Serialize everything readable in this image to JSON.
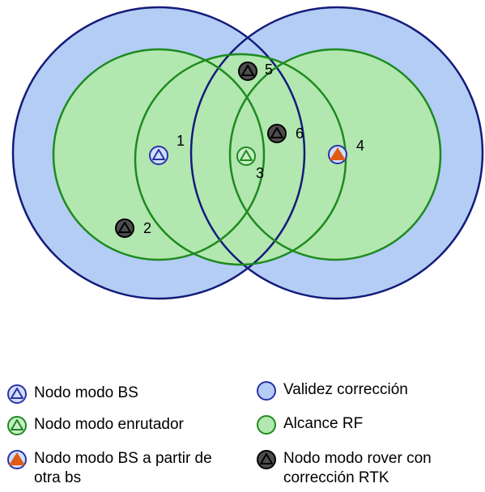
{
  "colors": {
    "validity_fill": "#b3cdf5",
    "validity_stroke": "#141b7a",
    "rf_fill": "#b2e7b0",
    "rf_stroke": "#1e8a1e",
    "bs_outline": "#2b31a8",
    "bs_fill": "#cfe0fb",
    "router_outline": "#1e8a1e",
    "router_fill": "#c7eec6",
    "rover_fill": "#4d4d4d",
    "derived_triangle": "#e05a14"
  },
  "nodes": [
    {
      "id": "1",
      "label": "1",
      "type": "bs"
    },
    {
      "id": "2",
      "label": "2",
      "type": "rover"
    },
    {
      "id": "3",
      "label": "3",
      "type": "router"
    },
    {
      "id": "4",
      "label": "4",
      "type": "derived-bs"
    },
    {
      "id": "5",
      "label": "5",
      "type": "rover"
    },
    {
      "id": "6",
      "label": "6",
      "type": "rover"
    }
  ],
  "legend": {
    "bs": "Nodo modo BS",
    "router": "Nodo modo enrutador",
    "derived_bs": "Nodo modo BS a partir de otra bs",
    "validity": "Validez corrección",
    "rf": "Alcance RF",
    "rover": "Nodo modo rover con corrección RTK"
  }
}
